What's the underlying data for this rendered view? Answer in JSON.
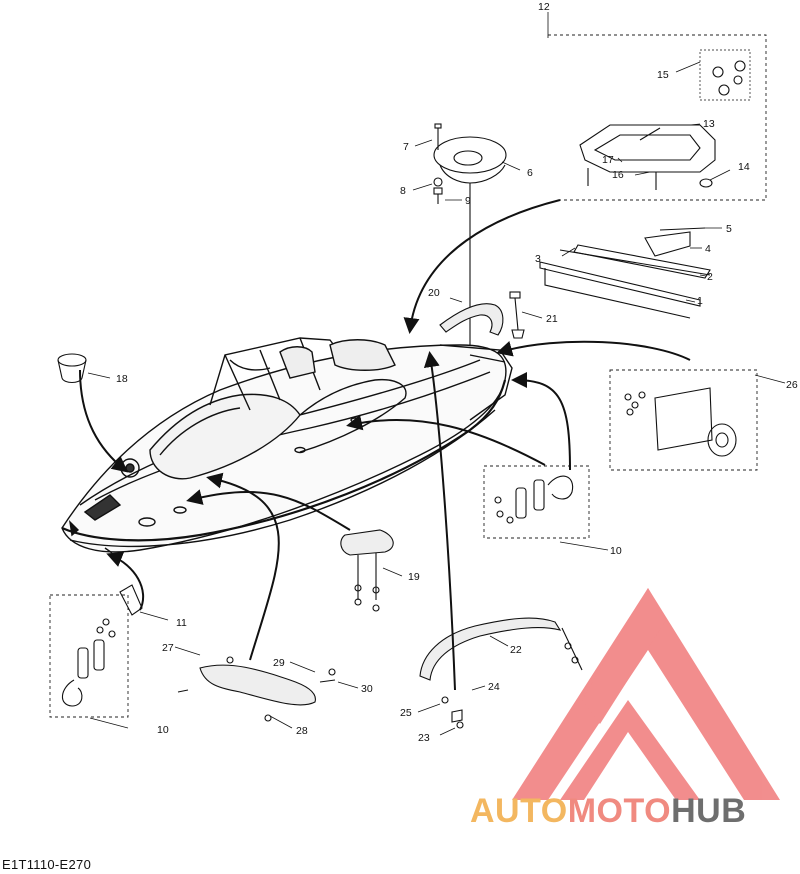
{
  "figure_code": "E1T1110-E270",
  "callouts": {
    "c1": "1",
    "c2": "2",
    "c3": "3",
    "c4": "4",
    "c5": "5",
    "c6": "6",
    "c7": "7",
    "c8": "8",
    "c9": "9",
    "c10a": "10",
    "c10b": "10",
    "c11": "11",
    "c12": "12",
    "c13": "13",
    "c14": "14",
    "c15": "15",
    "c16": "16",
    "c17": "17",
    "c18": "18",
    "c19": "19",
    "c20": "20",
    "c21": "21",
    "c22": "22",
    "c23": "23",
    "c24": "24",
    "c25": "25",
    "c26": "26",
    "c27": "27",
    "c28": "28",
    "c29": "29",
    "c30": "30"
  },
  "watermark": {
    "auto": "AUTO",
    "moto": "MOTO",
    "hub": "HUB",
    "colors": {
      "auto": "#f3b760",
      "moto": "#f08a80",
      "hub": "#6e6e6e",
      "logo": "#f07a7a"
    }
  }
}
